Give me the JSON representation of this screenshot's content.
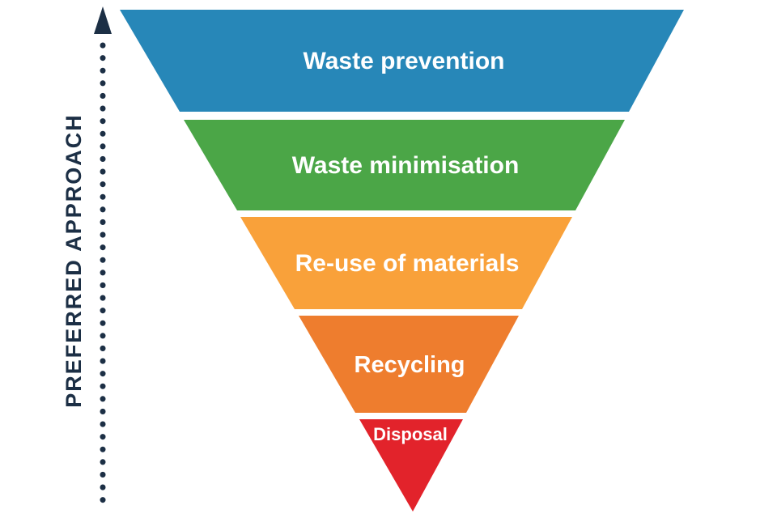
{
  "axis": {
    "label": "PREFERRED APPROACH",
    "color": "#1c2f45"
  },
  "funnel": {
    "levels": [
      {
        "label": "Waste prevention",
        "color": "#2787b8"
      },
      {
        "label": "Waste minimisation",
        "color": "#4ba647"
      },
      {
        "label": "Re-use of materials",
        "color": "#f9a13a"
      },
      {
        "label": "Recycling",
        "color": "#ee7d2e"
      },
      {
        "label": "Disposal",
        "color": "#e2232b"
      }
    ],
    "text_color": "#ffffff"
  }
}
